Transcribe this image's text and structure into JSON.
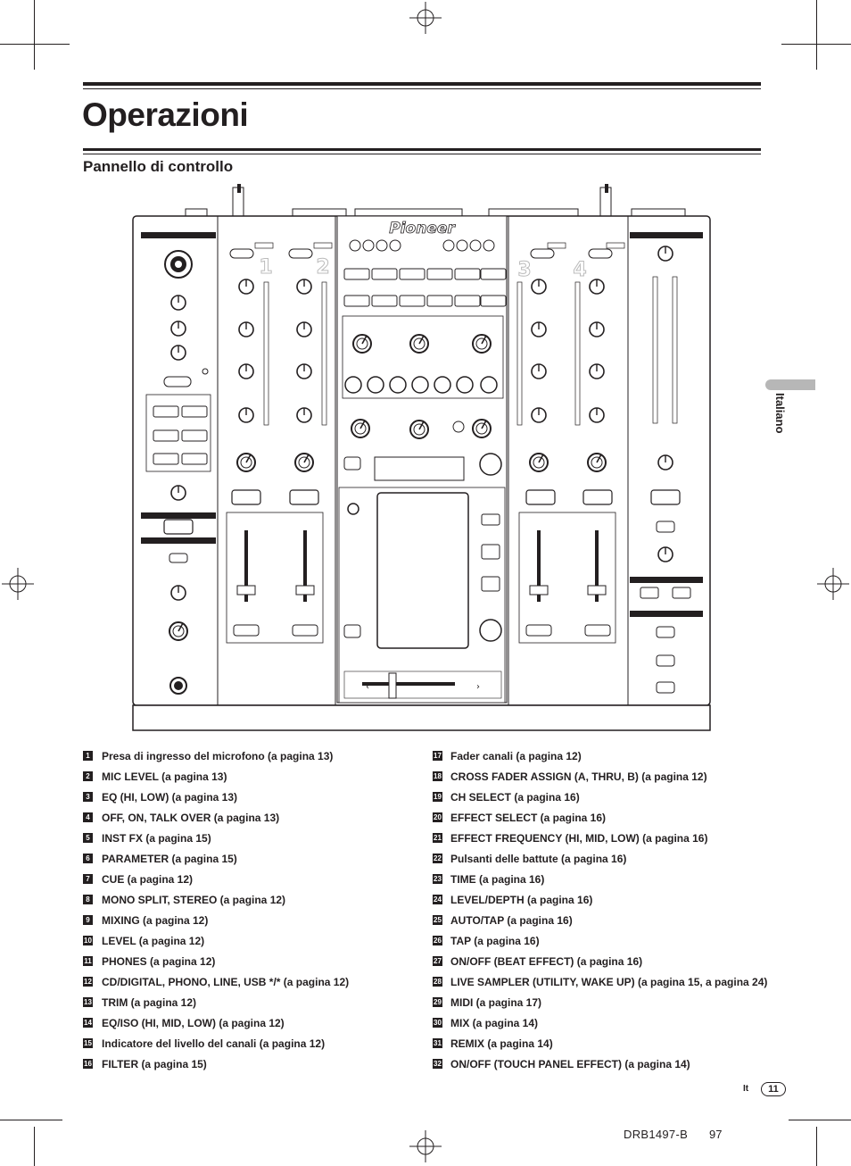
{
  "page": {
    "title": "Operazioni",
    "section_heading": "Pannello di controllo",
    "side_tab_label": "Italiano",
    "footer_lang": "It",
    "footer_page": "11",
    "footer_doc_code": "DRB1497-B",
    "footer_doc_page": "97"
  },
  "diagram": {
    "brand_logo": "Pioneer",
    "channel_numbers": [
      "1",
      "2",
      "3",
      "4"
    ]
  },
  "legend_left": [
    {
      "num": "1",
      "text": "Presa di ingresso del microfono (a pagina 13)"
    },
    {
      "num": "2",
      "text": "MIC LEVEL (a pagina 13)"
    },
    {
      "num": "3",
      "text": "EQ (HI, LOW) (a pagina 13)"
    },
    {
      "num": "4",
      "text": "OFF, ON, TALK OVER (a pagina 13)"
    },
    {
      "num": "5",
      "text": "INST FX (a pagina 15)"
    },
    {
      "num": "6",
      "text": "PARAMETER (a pagina 15)"
    },
    {
      "num": "7",
      "text": "CUE (a pagina 12)"
    },
    {
      "num": "8",
      "text": "MONO SPLIT, STEREO (a pagina 12)"
    },
    {
      "num": "9",
      "text": "MIXING (a pagina 12)"
    },
    {
      "num": "10",
      "text": "LEVEL (a pagina 12)"
    },
    {
      "num": "11",
      "text": "PHONES (a pagina 12)"
    },
    {
      "num": "12",
      "text": "CD/DIGITAL, PHONO, LINE, USB */* (a pagina 12)"
    },
    {
      "num": "13",
      "text": "TRIM (a pagina 12)"
    },
    {
      "num": "14",
      "text": "EQ/ISO (HI, MID, LOW) (a pagina 12)"
    },
    {
      "num": "15",
      "text": "Indicatore del livello del canali (a pagina 12)"
    },
    {
      "num": "16",
      "text": "FILTER (a pagina 15)"
    }
  ],
  "legend_right": [
    {
      "num": "17",
      "text": "Fader canali (a pagina 12)"
    },
    {
      "num": "18",
      "text": "CROSS FADER ASSIGN (A, THRU, B) (a pagina 12)"
    },
    {
      "num": "19",
      "text": "CH SELECT (a pagina 16)"
    },
    {
      "num": "20",
      "text": "EFFECT SELECT (a pagina 16)"
    },
    {
      "num": "21",
      "text": "EFFECT FREQUENCY (HI, MID, LOW) (a pagina 16)"
    },
    {
      "num": "22",
      "text": "Pulsanti delle battute (a pagina 16)"
    },
    {
      "num": "23",
      "text": "TIME (a pagina 16)"
    },
    {
      "num": "24",
      "text": "LEVEL/DEPTH (a pagina 16)"
    },
    {
      "num": "25",
      "text": "AUTO/TAP (a pagina 16)"
    },
    {
      "num": "26",
      "text": "TAP (a pagina 16)"
    },
    {
      "num": "27",
      "text": "ON/OFF (BEAT EFFECT) (a pagina 16)"
    },
    {
      "num": "28",
      "text": "LIVE SAMPLER (UTILITY, WAKE UP) (a pagina 15, a pagina 24)"
    },
    {
      "num": "29",
      "text": "MIDI (a pagina 17)"
    },
    {
      "num": "30",
      "text": "MIX (a pagina 14)"
    },
    {
      "num": "31",
      "text": "REMIX (a pagina 14)"
    },
    {
      "num": "32",
      "text": "ON/OFF (TOUCH PANEL EFFECT) (a pagina 14)"
    }
  ]
}
